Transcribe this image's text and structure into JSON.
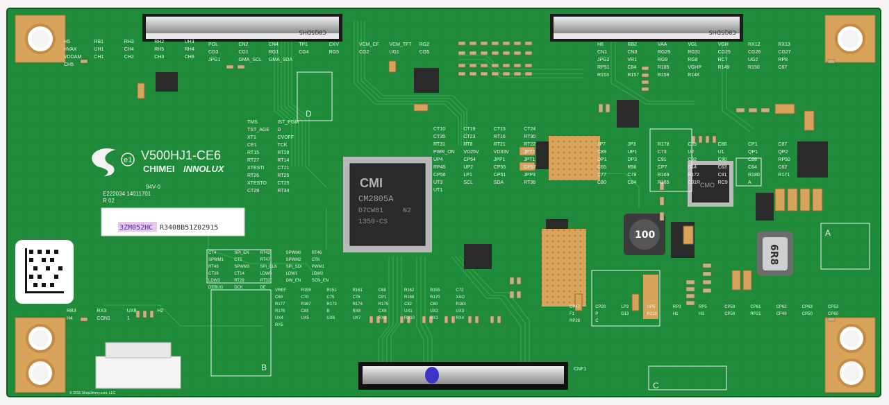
{
  "board": {
    "model": "V500HJ1-CE6",
    "brand_mark": "e1",
    "maker_a": "CHIMEI",
    "maker_b": "INNOLUX",
    "sticker_code": "3ZM052HC",
    "sticker_serial": "R3408B51Z02915",
    "cert_lines": [
      "94V-0",
      "E222034  14011701",
      "R 02"
    ],
    "copyright": "© 2015 ShopJimmy.com, LLC",
    "colors": {
      "pcb": "#1f8a3a",
      "pcb_dark": "#176e2d",
      "copper": "#d8a35a",
      "silkscreen": "#f2f2f2",
      "chip": "#2a2a2a"
    }
  },
  "chips": {
    "main": {
      "line1": "CMI",
      "line2": "CM2805A",
      "line3": "D7CW81",
      "line4": "N2",
      "line5": "1350-CS"
    },
    "pmic": {
      "line1": "CMO",
      "line2": ""
    },
    "inductor_lp1": "100",
    "inductor_lp2": "6R8"
  },
  "labels": {
    "top_left": [
      "H5",
      "RB1",
      "RH3",
      "RH2",
      "UH3",
      "HVAX",
      "UH1",
      "CH4",
      "RH5",
      "RH4",
      "VDDAM",
      "CH1",
      "CH2",
      "CH3",
      "CH6",
      "CH5"
    ],
    "top_mid": [
      "POL",
      "CN2",
      "CN4",
      "TP1",
      "CKV",
      "VCM_CF",
      "VCM_TFT",
      "RG2",
      "CG3",
      "CG1",
      "RG1",
      "CG4",
      "RG5",
      "CG2",
      "UG1",
      "CG5",
      "JPG1",
      "GMA_SCL",
      "GMA_SDA"
    ],
    "top_right": [
      "H6",
      "RB2",
      "VAA",
      "VGL",
      "VGH",
      "RX12",
      "RX13",
      "CN1",
      "CN3",
      "RG29",
      "RG31",
      "CG25",
      "CG26",
      "CG27",
      "JPG2",
      "VR1",
      "RG9",
      "RG8",
      "RC7",
      "UG2",
      "RP8",
      "RP51",
      "C84",
      "R185",
      "VGHP",
      "R149",
      "R150",
      "C67",
      "R153",
      "R157",
      "R158",
      "R148"
    ],
    "mid_left": [
      "TMS",
      "IST_PGM",
      "TST_AGE",
      "D",
      "XT1",
      "CVOFF",
      "CE1",
      "TCK",
      "RT15",
      "RT28",
      "RT27",
      "RT14",
      "XTESTI",
      "CT21",
      "RT26",
      "RT25",
      "XTESTO",
      "CT25",
      "CT28",
      "RT34"
    ],
    "mid_center": [
      "CT10",
      "CT19",
      "CT15",
      "CT24",
      "CT35",
      "CT23",
      "RT16",
      "RT30",
      "RT31",
      "RT8",
      "RT21",
      "RT22",
      "PWR_ON",
      "VD25V",
      "VD33V",
      "JPT2",
      "UP4",
      "CP54",
      "JPP1",
      "JPT1",
      "RP45",
      "UP2",
      "CP55",
      "CP57",
      "CP56",
      "LP1",
      "CP51",
      "JPP3",
      "UT3",
      "SCL",
      "SDA",
      "RT36",
      "UT1"
    ],
    "mid_right": [
      "JP7",
      "JP3",
      "R178",
      "C85",
      "C86",
      "CP1",
      "C87",
      "C89",
      "UP1",
      "C73",
      "U2",
      "U1",
      "QP1",
      "QP2",
      "DP1",
      "DP3",
      "C91",
      "C92",
      "C90",
      "C88",
      "RP50",
      "C65",
      "R56",
      "CP7",
      "D14",
      "C63",
      "C64",
      "C62",
      "C77",
      "C78",
      "R169",
      "R172",
      "C81",
      "R180",
      "R171",
      "C80",
      "C84",
      "R165",
      "C81R",
      "RC9",
      "A"
    ],
    "lower_left": [
      "CT4",
      "SPI_EN",
      "RT42",
      "SPWM0",
      "RT46",
      "SPWM1",
      "CT5",
      "RT47",
      "SPWM2",
      "CT6",
      "RT43",
      "SPWM3",
      "SPI_CLK",
      "SPI_SDI",
      "PWM1",
      "CT28",
      "CT14",
      "LDW0",
      "LDW1",
      "LDW2",
      "LDW3",
      "RT29",
      "RT32",
      "DW_EN",
      "SCN_EN",
      "DEBUG",
      "DCK",
      "DE"
    ],
    "lower_mid": [
      "VREF",
      "R159",
      "R151",
      "R161",
      "C68",
      "R162",
      "R155",
      "C72",
      "C69",
      "C70",
      "C75",
      "C76",
      "DP1",
      "R168",
      "R170",
      "XAO",
      "R177",
      "R167",
      "R173",
      "R174",
      "R175",
      "C82",
      "C60",
      "R163",
      "R176",
      "C83",
      "B",
      "RX8",
      "CX8",
      "UX1",
      "UX2",
      "UX3",
      "UX4",
      "UX5",
      "UX6",
      "UX7",
      "RX9",
      "RX10",
      "RX1",
      "RX4",
      "RX5"
    ],
    "lower_right": [
      "CP47",
      "CP20",
      "LP3",
      "UP5",
      "RP3",
      "RP5",
      "CP59",
      "CP61",
      "CP62",
      "CP63",
      "CP53",
      "F1",
      "P",
      "D13",
      "R218",
      "H1",
      "H3",
      "CP58",
      "RP21",
      "CP49",
      "CP50",
      "CP60",
      "RP28",
      "C"
    ],
    "bottom_left": [
      "RB3",
      "RX3",
      "UX8",
      "H2",
      "H4",
      "CON1",
      "1"
    ],
    "bottom_mid": [
      "CNF1"
    ],
    "connector_codes": [
      "C8Q5DHS",
      "C8Q5DHS"
    ]
  },
  "section_boxes": [
    "A",
    "B",
    "C",
    "D"
  ]
}
